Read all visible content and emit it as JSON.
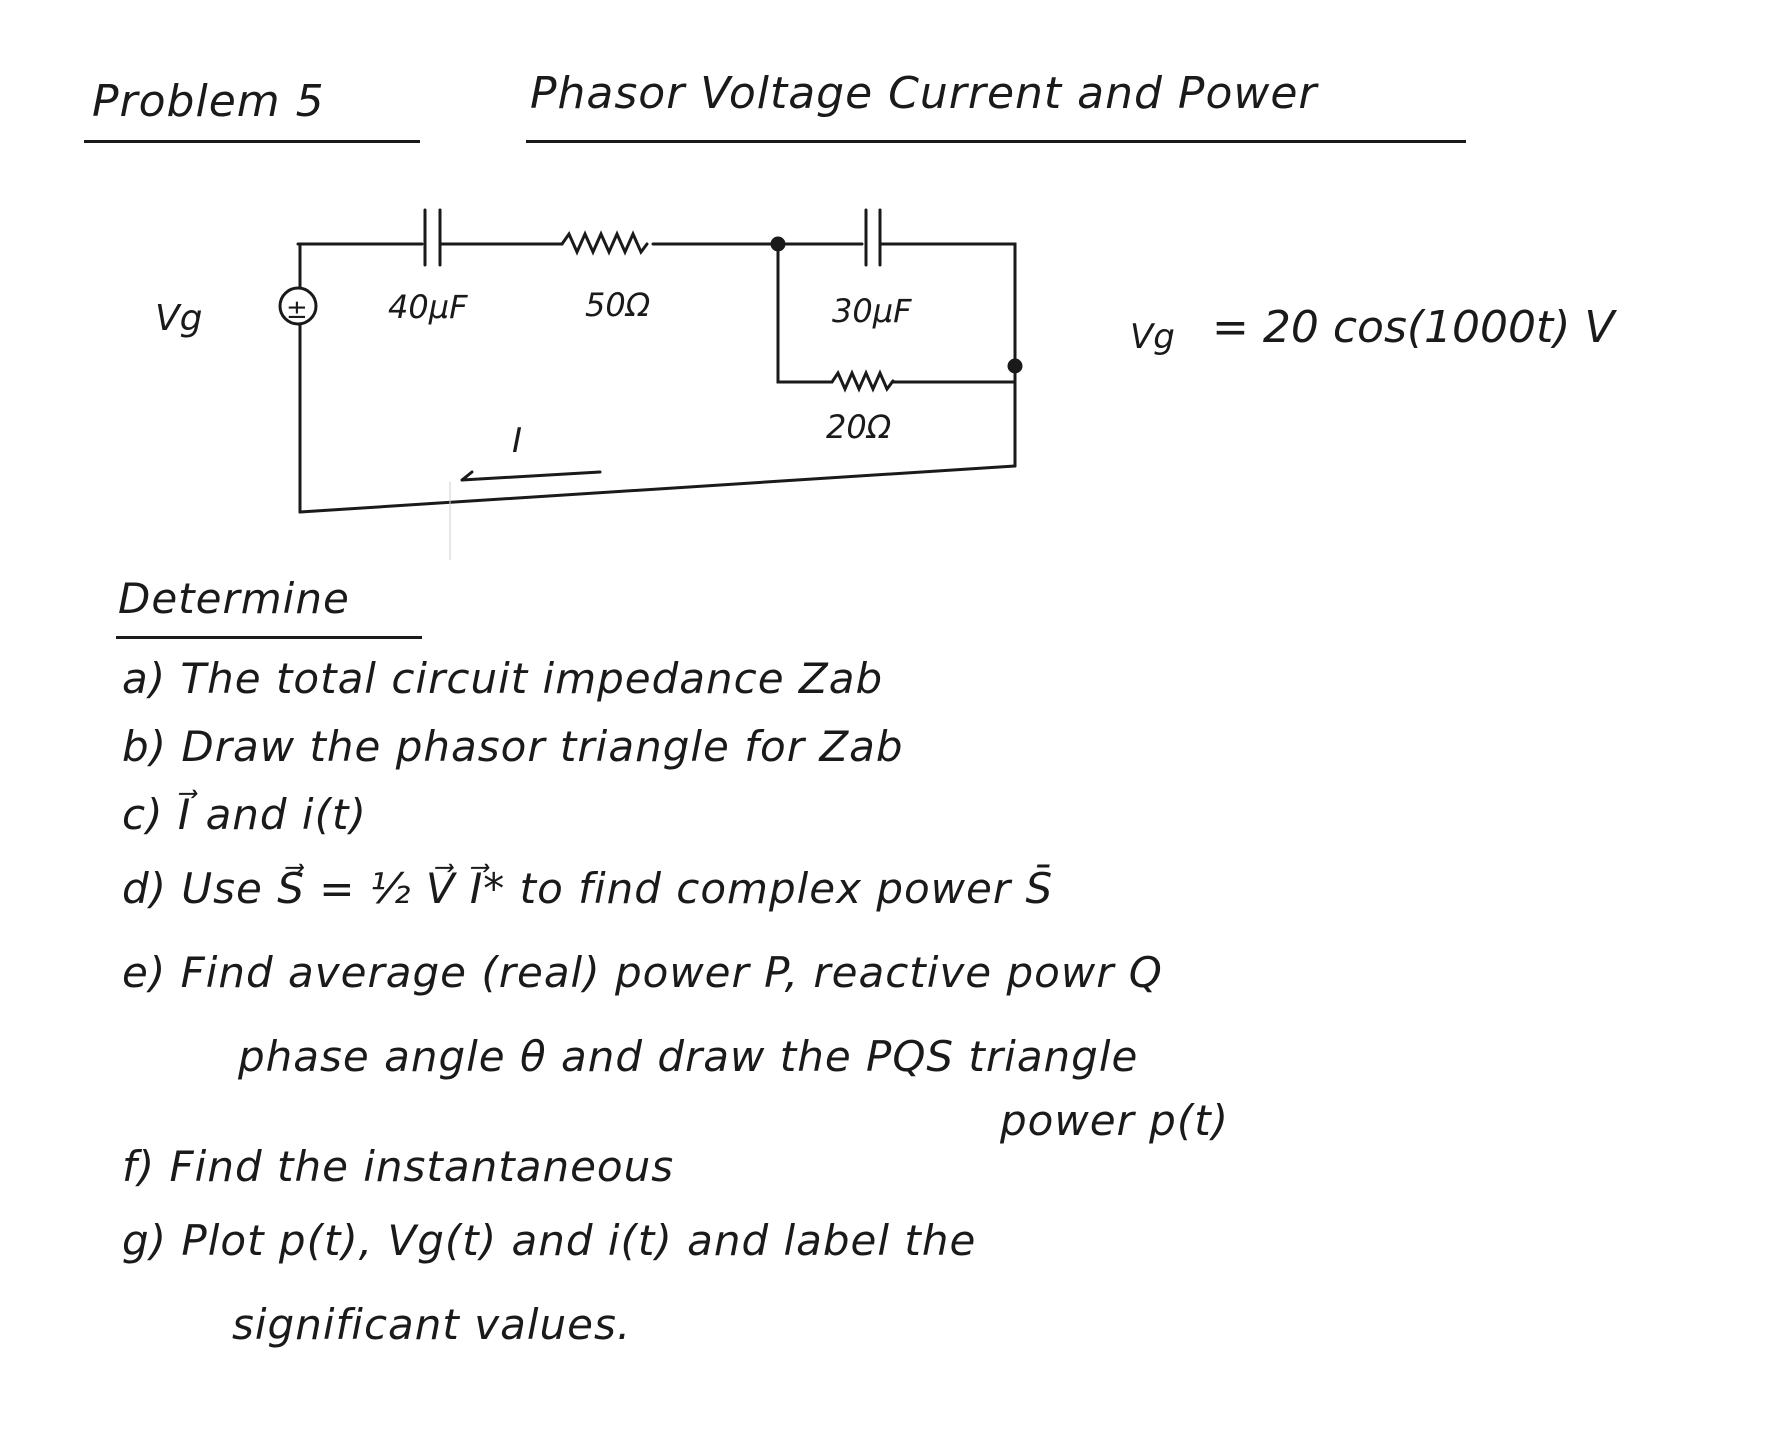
{
  "header": {
    "problem": "Problem 5",
    "title": "Phasor Voltage Current and Power"
  },
  "circuit": {
    "source_label": "Vg",
    "source_symbol": "±",
    "c1": "40μF",
    "r1": "50Ω",
    "c2": "30μF",
    "r2": "20Ω",
    "current": "I"
  },
  "equation": {
    "lhs": "Vg",
    "rhs": "= 20 cos(1000t) V"
  },
  "tasks": {
    "heading": "Determine",
    "items": [
      "a) The total circuit impedance Zab",
      "b) Draw the phasor triangle for Zab",
      "c) I⃗ and i(t)",
      "d) Use S⃗ = ½ V⃗ I⃗* to find complex power S̄",
      "e) Find average (real) power P, reactive powr Q",
      "phase angle θ and draw the PQS triangle",
      "power p(t)",
      "f) Find the instantaneous",
      "g) Plot p(t), Vg(t) and i(t) and label the",
      "significant values."
    ]
  }
}
